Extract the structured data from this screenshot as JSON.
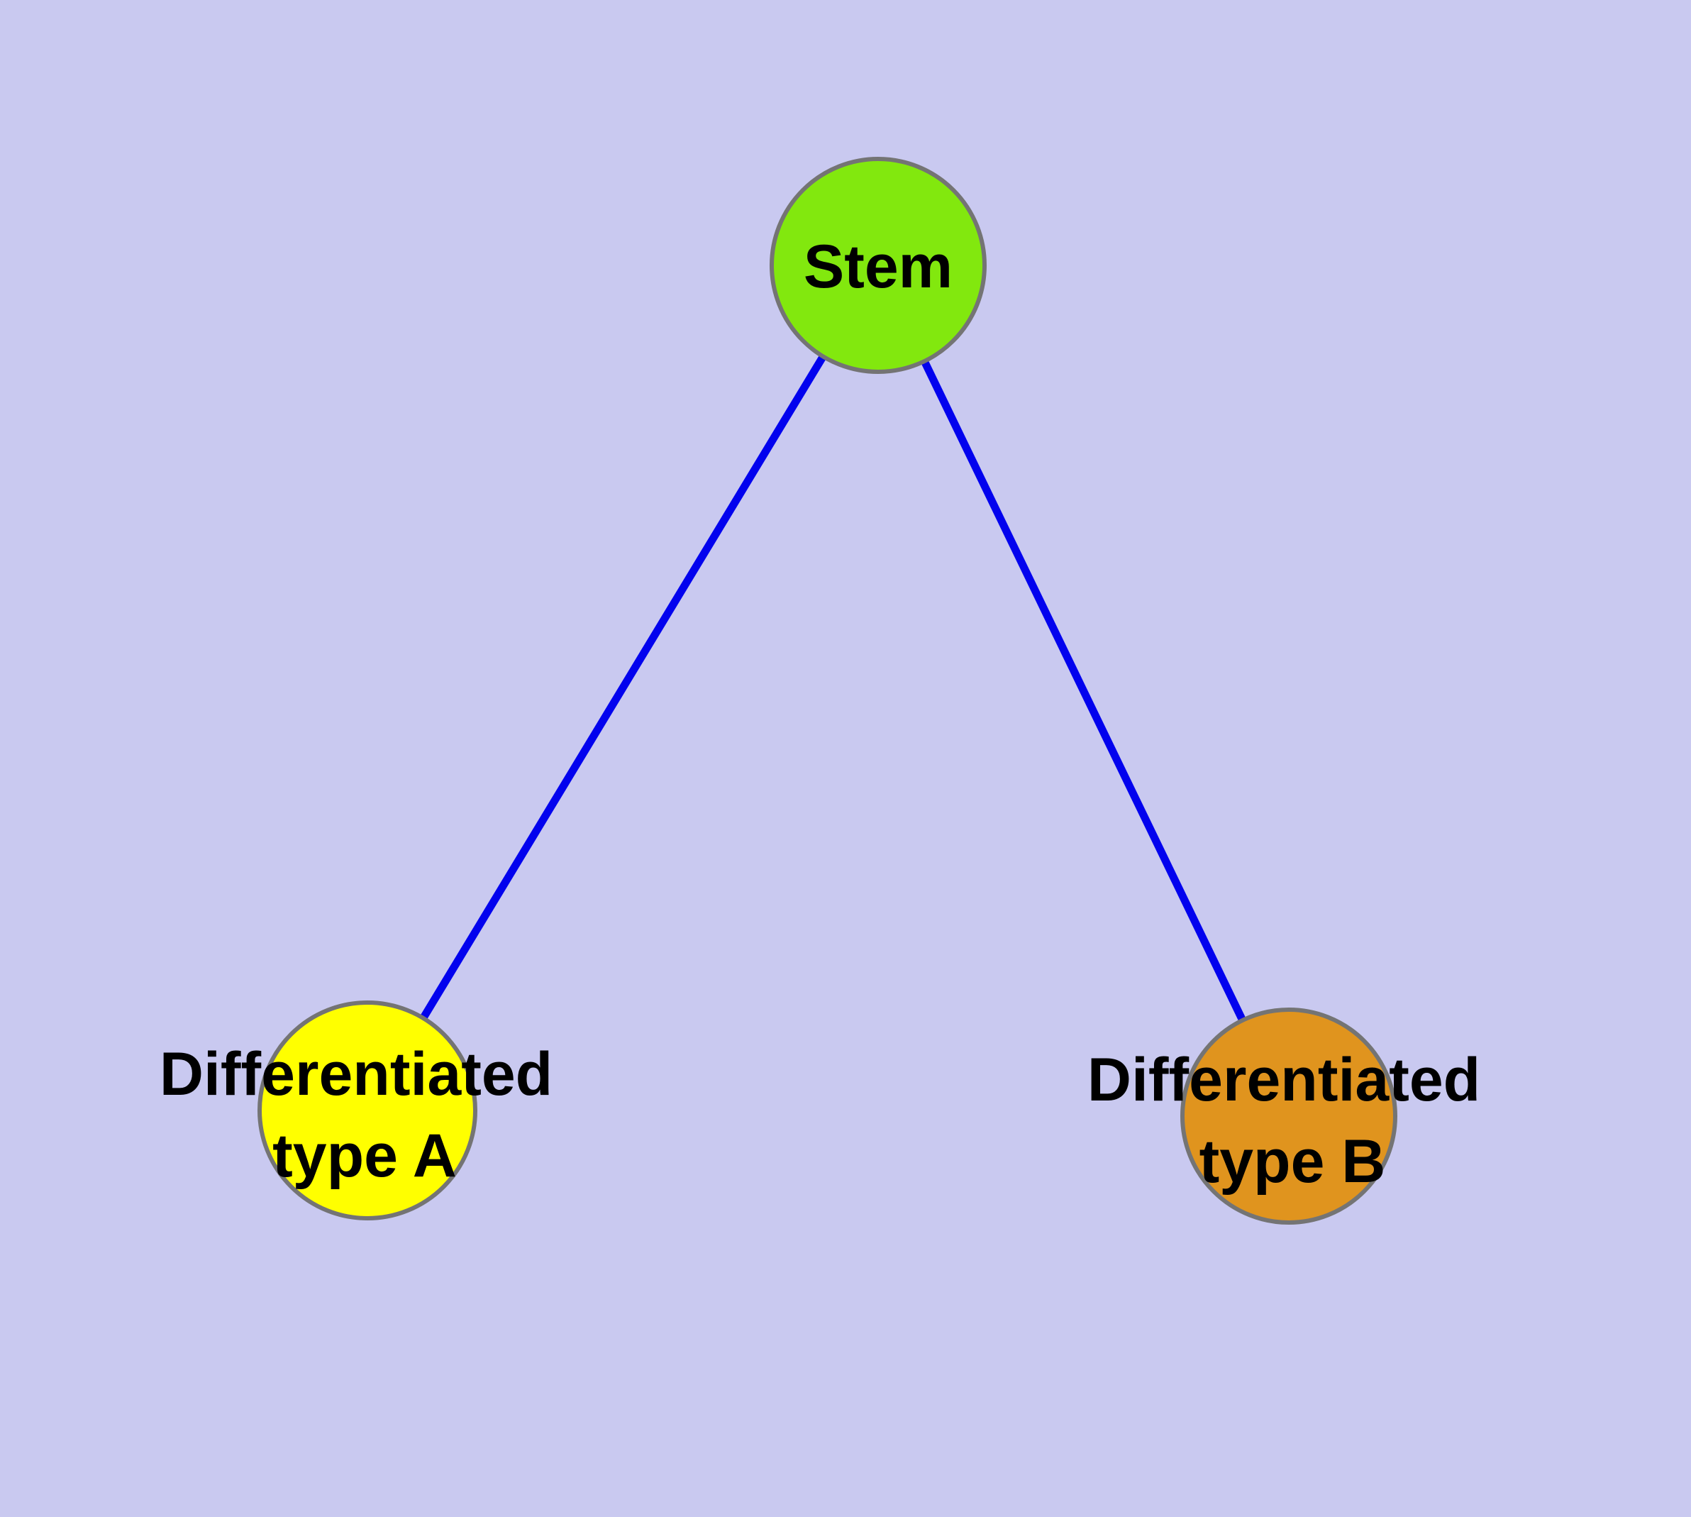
{
  "diagram": {
    "type": "node-link-graph",
    "background_color": "#c9c9f0",
    "edge_color": "#0202ee",
    "node_border_color": "#747474",
    "label_color": "#000000",
    "nodes": [
      {
        "id": "stem",
        "label": "Stem",
        "line1": "Stem",
        "line2": "",
        "fill": "#82e80e"
      },
      {
        "id": "diff-a",
        "label": "Differentiated type A",
        "line1": "Differentiated",
        "line2": "type A",
        "fill": "#ffff00"
      },
      {
        "id": "diff-b",
        "label": "Differentiated type B",
        "line1": "Differentiated",
        "line2": "type B",
        "fill": "#e0941e"
      }
    ],
    "edges": [
      {
        "from": "Stem",
        "to": "Differentiated type A"
      },
      {
        "from": "Stem",
        "to": "Differentiated type B"
      }
    ]
  }
}
